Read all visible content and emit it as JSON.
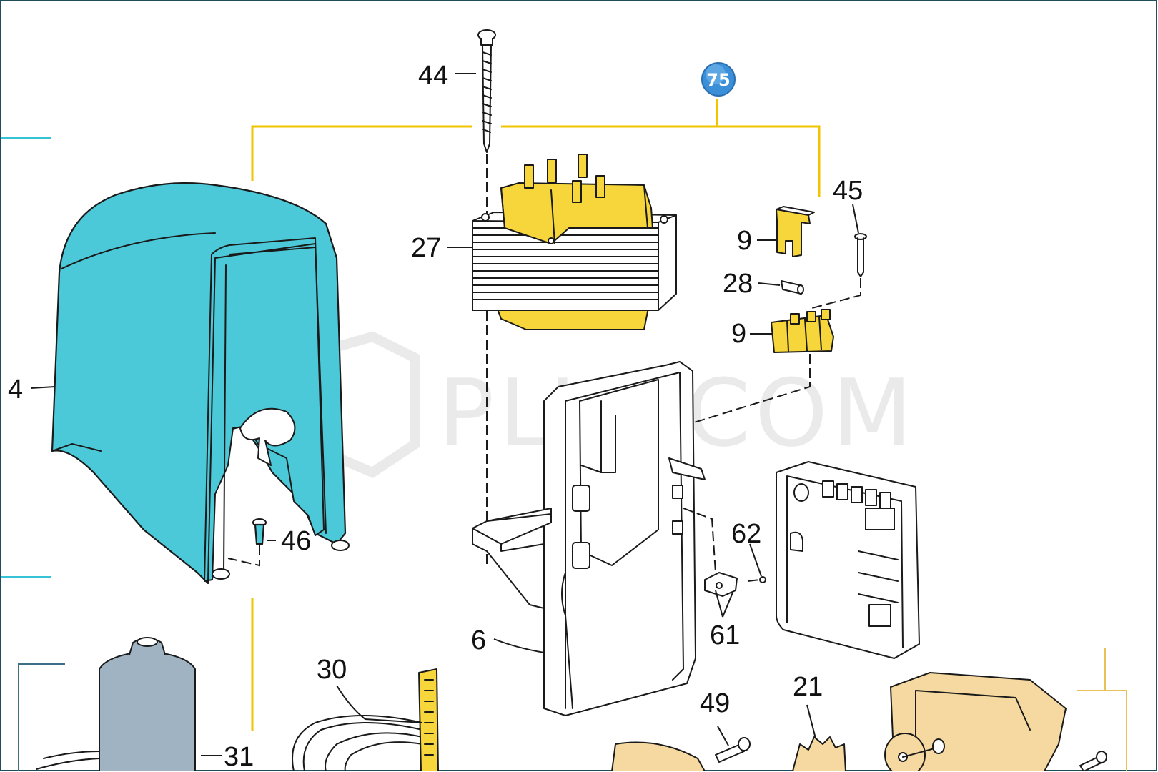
{
  "watermark": "PLUSCOM",
  "badge": "75",
  "parts": {
    "p44": "44",
    "p27": "27",
    "p4": "4",
    "p9a": "9",
    "p45": "45",
    "p28": "28",
    "p9b": "9",
    "p46": "46",
    "p62": "62",
    "p6": "6",
    "p61": "61",
    "p30": "30",
    "p49": "49",
    "p21": "21",
    "p31": "31"
  },
  "colors": {
    "highlight_cyan": "#4cc9d8",
    "highlight_yellow": "#f6d63a",
    "bracket_gold": "#f1c400",
    "badge_blue": "#3a8fd8",
    "tan": "#f5d9a0"
  }
}
